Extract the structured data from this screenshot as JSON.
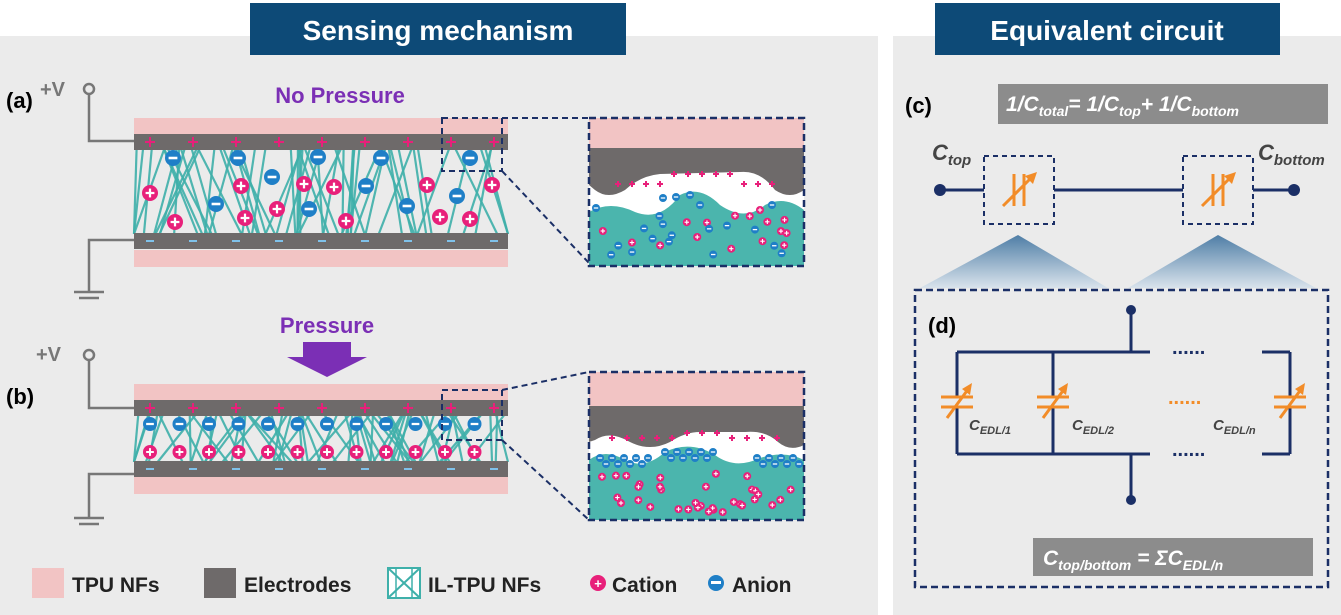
{
  "headers": {
    "left": "Sensing mechanism",
    "right": "Equivalent circuit"
  },
  "panel_a": {
    "tag": "(a)",
    "voltage": "+V",
    "caption": "No Pressure"
  },
  "panel_b": {
    "tag": "(b)",
    "voltage": "+V",
    "caption": "Pressure"
  },
  "panel_c": {
    "tag": "(c)",
    "formula": {
      "p1": "1/C",
      "s1": "total",
      "p2": "= 1/C",
      "s2": "top",
      "p3": "+ 1/C",
      "s3": "bottom"
    },
    "c_top": {
      "main": "C",
      "sub": "top"
    },
    "c_bottom": {
      "main": "C",
      "sub": "bottom"
    }
  },
  "panel_d": {
    "tag": "(d)",
    "cap1": {
      "main": "C",
      "sub": "EDL/1"
    },
    "cap2": {
      "main": "C",
      "sub": "EDL/2"
    },
    "capn": {
      "main": "C",
      "sub": "EDL/n"
    },
    "dots": "......",
    "formula": {
      "p1": "C",
      "s1": "top/bottom",
      "p2": " = ΣC",
      "s2": "EDL/n"
    }
  },
  "legend": {
    "tpu": "TPU NFs",
    "electrodes": "Electrodes",
    "il_tpu": "IL-TPU NFs",
    "cation": "Cation",
    "anion": "Anion"
  },
  "colors": {
    "header_bg": "#0d4a77",
    "panel_bg": "#ebebeb",
    "tpu_pink": "#f2c4c4",
    "electrode": "#6e6a6a",
    "fiber": "#3fb0aa",
    "teal_fill": "#4bb5ad",
    "cation": "#e8207a",
    "anion": "#1f7fc7",
    "purple": "#7b2fb5",
    "orange": "#f28c28",
    "navy": "#1b2f66",
    "formula_bg": "#8c8c8c"
  }
}
